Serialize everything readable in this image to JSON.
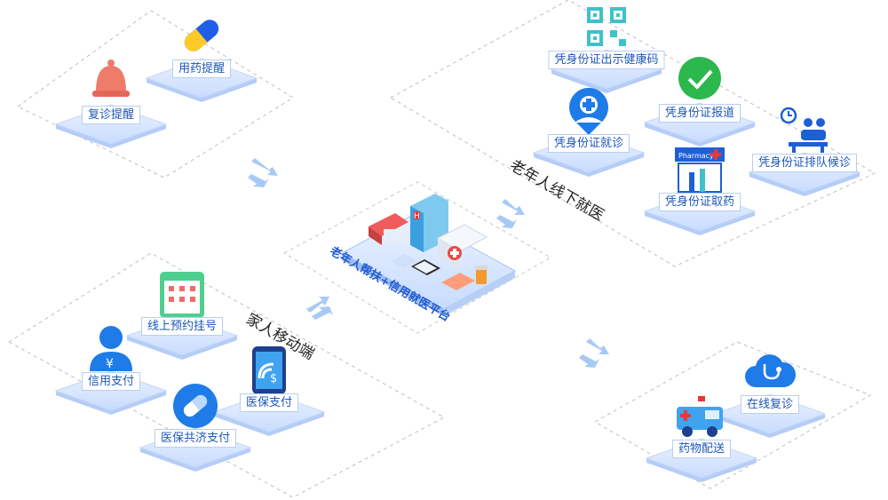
{
  "platform": {
    "title": "老年人帮扶+信用就医平台"
  },
  "zones": {
    "offline": "老年人线下就医",
    "family": "家人移动端"
  },
  "reminders": [
    {
      "key": "medication",
      "label": "用药提醒"
    },
    {
      "key": "followup",
      "label": "复诊提醒"
    }
  ],
  "offline_services": [
    {
      "key": "health-code",
      "label": "凭身份证出示健康码"
    },
    {
      "key": "register",
      "label": "凭身份证报道"
    },
    {
      "key": "consult",
      "label": "凭身份证就诊"
    },
    {
      "key": "queue",
      "label": "凭身份证排队候诊"
    },
    {
      "key": "pickup",
      "label": "凭身份证取药"
    }
  ],
  "family_services": [
    {
      "key": "booking",
      "label": "线上预约挂号"
    },
    {
      "key": "credit-pay",
      "label": "信用支付"
    },
    {
      "key": "insurance-pay",
      "label": "医保支付"
    },
    {
      "key": "mutual-pay",
      "label": "医保共济支付"
    }
  ],
  "online_services": [
    {
      "key": "revisit",
      "label": "在线复诊"
    },
    {
      "key": "delivery",
      "label": "药物配送"
    }
  ],
  "pharmacy_sign": "Pharmacy",
  "colors": {
    "accent": "#1e73e8",
    "label_text": "#1e57b8",
    "green": "#2db84d",
    "alarm": "#ef7b6b",
    "teal": "#4cc9c9"
  }
}
